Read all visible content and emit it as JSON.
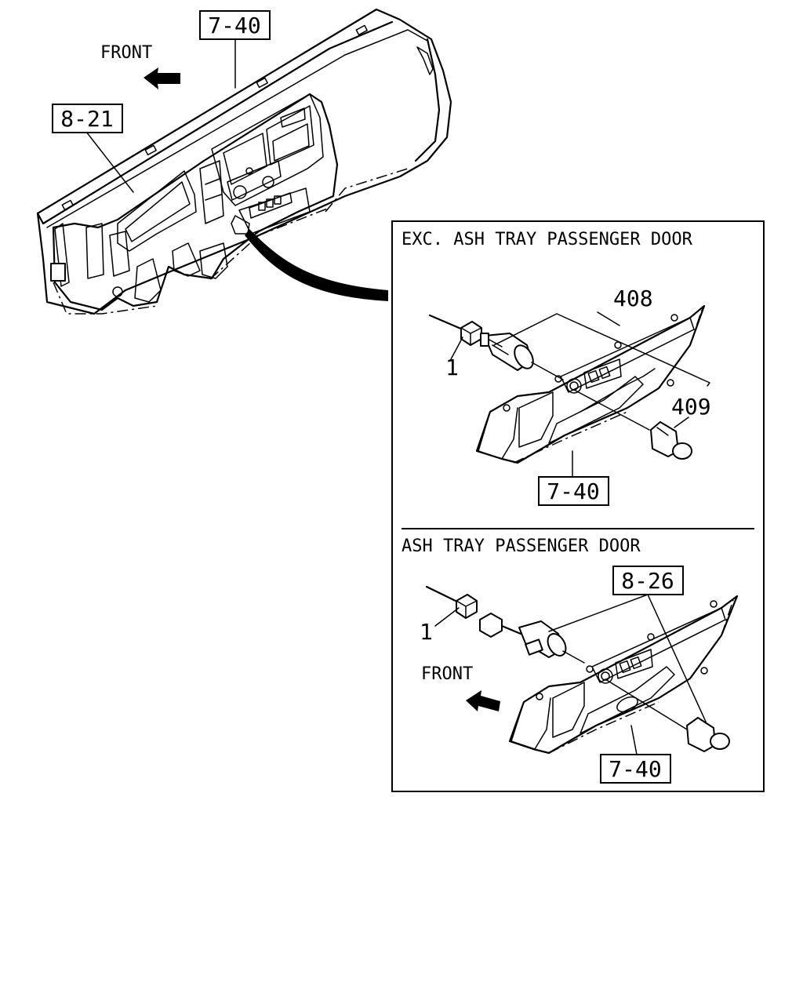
{
  "labels": {
    "main_front": "FRONT",
    "inset_front": "FRONT",
    "ref_top": "7-40",
    "ref_dash": "8-21",
    "ref_inset1": "7-40",
    "ref_inset2_socket": "8-26",
    "ref_inset2": "7-40",
    "part_1a": "1",
    "part_1b": "1",
    "part_408": "408",
    "part_409": "409"
  },
  "inset": {
    "section1_title": "EXC. ASH TRAY PASSENGER DOOR",
    "section2_title": "ASH TRAY PASSENGER DOOR"
  }
}
